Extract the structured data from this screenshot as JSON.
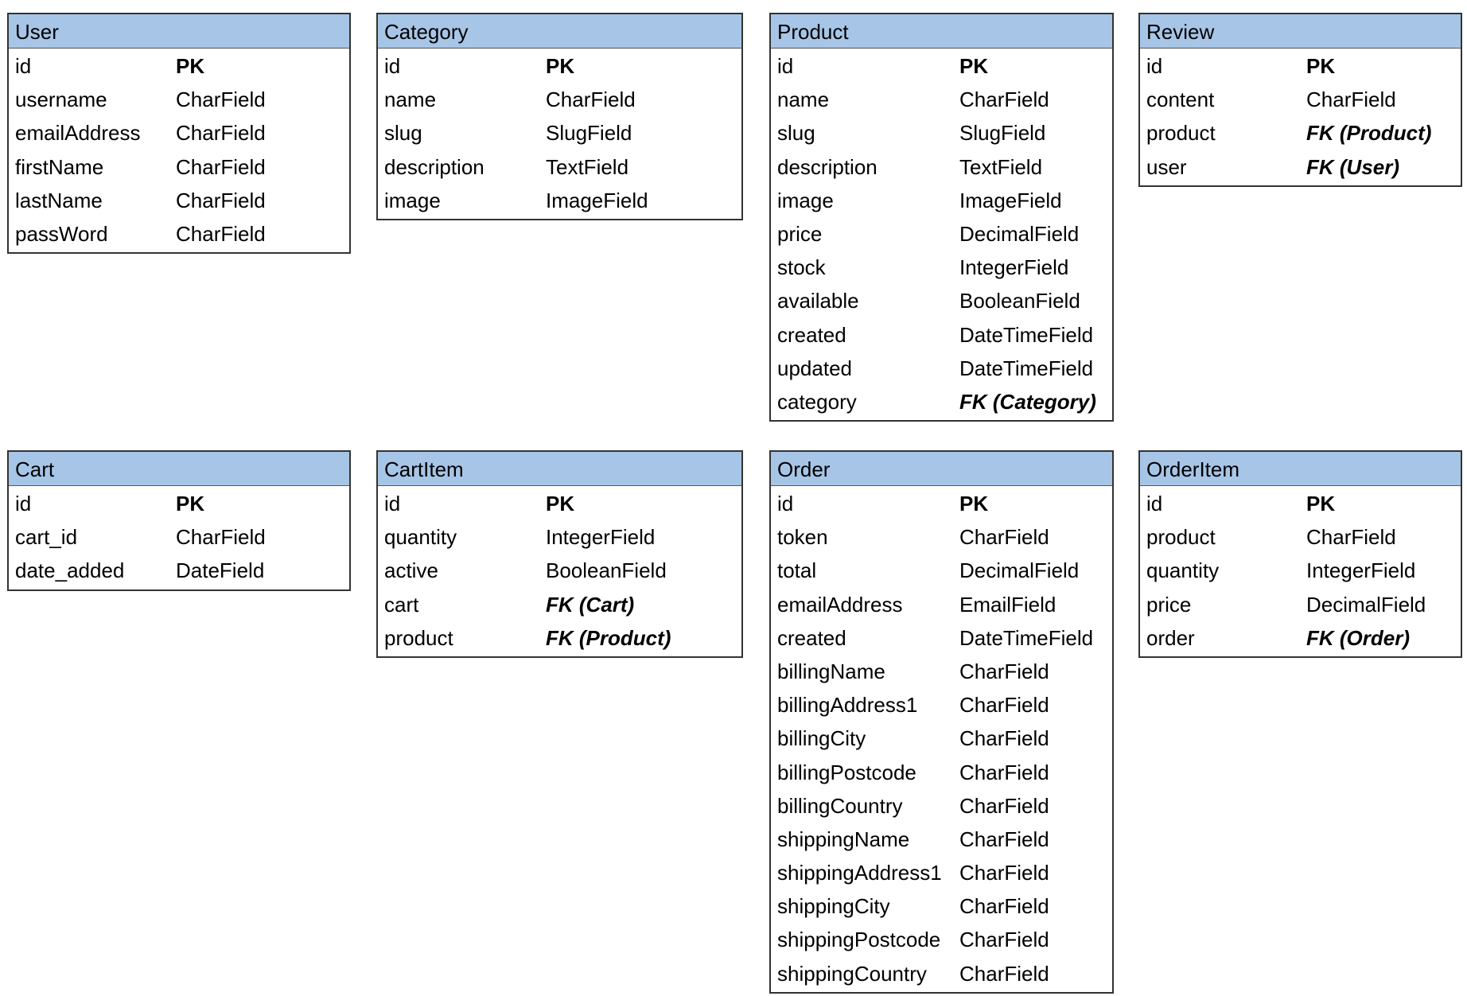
{
  "header_color": "#a7c5e6",
  "border_color": "#333333",
  "entities": [
    {
      "key": "user",
      "name": "User",
      "fields": [
        {
          "name": "id",
          "type": "PK",
          "kind": "pk"
        },
        {
          "name": "username",
          "type": "CharField",
          "kind": "normal"
        },
        {
          "name": "emailAddress",
          "type": "CharField",
          "kind": "normal"
        },
        {
          "name": "firstName",
          "type": "CharField",
          "kind": "normal"
        },
        {
          "name": "lastName",
          "type": "CharField",
          "kind": "normal"
        },
        {
          "name": "passWord",
          "type": "CharField",
          "kind": "normal"
        }
      ]
    },
    {
      "key": "category",
      "name": "Category",
      "fields": [
        {
          "name": "id",
          "type": "PK",
          "kind": "pk"
        },
        {
          "name": "name",
          "type": "CharField",
          "kind": "normal"
        },
        {
          "name": "slug",
          "type": "SlugField",
          "kind": "normal"
        },
        {
          "name": "description",
          "type": "TextField",
          "kind": "normal"
        },
        {
          "name": "image",
          "type": "ImageField",
          "kind": "normal"
        }
      ]
    },
    {
      "key": "product",
      "name": "Product",
      "fields": [
        {
          "name": "id",
          "type": "PK",
          "kind": "pk"
        },
        {
          "name": "name",
          "type": "CharField",
          "kind": "normal"
        },
        {
          "name": "slug",
          "type": "SlugField",
          "kind": "normal"
        },
        {
          "name": "description",
          "type": "TextField",
          "kind": "normal"
        },
        {
          "name": "image",
          "type": "ImageField",
          "kind": "normal"
        },
        {
          "name": "price",
          "type": "DecimalField",
          "kind": "normal"
        },
        {
          "name": "stock",
          "type": "IntegerField",
          "kind": "normal"
        },
        {
          "name": "available",
          "type": "BooleanField",
          "kind": "normal"
        },
        {
          "name": "created",
          "type": "DateTimeField",
          "kind": "normal"
        },
        {
          "name": "updated",
          "type": "DateTimeField",
          "kind": "normal"
        },
        {
          "name": "category",
          "type": "FK (Category)",
          "kind": "fk"
        }
      ]
    },
    {
      "key": "review",
      "name": "Review",
      "fields": [
        {
          "name": "id",
          "type": "PK",
          "kind": "pk"
        },
        {
          "name": "content",
          "type": "CharField",
          "kind": "normal"
        },
        {
          "name": "product",
          "type": "FK (Product)",
          "kind": "fk"
        },
        {
          "name": "user",
          "type": "FK (User)",
          "kind": "fk"
        }
      ]
    },
    {
      "key": "cart",
      "name": "Cart",
      "fields": [
        {
          "name": "id",
          "type": "PK",
          "kind": "pk"
        },
        {
          "name": "cart_id",
          "type": "CharField",
          "kind": "normal"
        },
        {
          "name": "date_added",
          "type": "DateField",
          "kind": "normal"
        }
      ]
    },
    {
      "key": "cartitem",
      "name": "CartItem",
      "fields": [
        {
          "name": "id",
          "type": "PK",
          "kind": "pk"
        },
        {
          "name": "quantity",
          "type": "IntegerField",
          "kind": "normal"
        },
        {
          "name": "active",
          "type": "BooleanField",
          "kind": "normal"
        },
        {
          "name": "cart",
          "type": "FK (Cart)",
          "kind": "fk"
        },
        {
          "name": "product",
          "type": "FK (Product)",
          "kind": "fk"
        }
      ]
    },
    {
      "key": "order",
      "name": "Order",
      "fields": [
        {
          "name": "id",
          "type": "PK",
          "kind": "pk"
        },
        {
          "name": "token",
          "type": "CharField",
          "kind": "normal"
        },
        {
          "name": "total",
          "type": "DecimalField",
          "kind": "normal"
        },
        {
          "name": "emailAddress",
          "type": "EmailField",
          "kind": "normal"
        },
        {
          "name": "created",
          "type": "DateTimeField",
          "kind": "normal"
        },
        {
          "name": "billingName",
          "type": "CharField",
          "kind": "normal"
        },
        {
          "name": "billingAddress1",
          "type": "CharField",
          "kind": "normal"
        },
        {
          "name": "billingCity",
          "type": "CharField",
          "kind": "normal"
        },
        {
          "name": "billingPostcode",
          "type": "CharField",
          "kind": "normal"
        },
        {
          "name": "billingCountry",
          "type": "CharField",
          "kind": "normal"
        },
        {
          "name": "shippingName",
          "type": "CharField",
          "kind": "normal"
        },
        {
          "name": "shippingAddress1",
          "type": "CharField",
          "kind": "normal"
        },
        {
          "name": "shippingCity",
          "type": "CharField",
          "kind": "normal"
        },
        {
          "name": "shippingPostcode",
          "type": "CharField",
          "kind": "normal"
        },
        {
          "name": "shippingCountry",
          "type": "CharField",
          "kind": "normal"
        }
      ]
    },
    {
      "key": "orderitem",
      "name": "OrderItem",
      "fields": [
        {
          "name": "id",
          "type": "PK",
          "kind": "pk"
        },
        {
          "name": "product",
          "type": "CharField",
          "kind": "normal"
        },
        {
          "name": "quantity",
          "type": "IntegerField",
          "kind": "normal"
        },
        {
          "name": "price",
          "type": "DecimalField",
          "kind": "normal"
        },
        {
          "name": "order",
          "type": "FK (Order)",
          "kind": "fk"
        }
      ]
    }
  ]
}
